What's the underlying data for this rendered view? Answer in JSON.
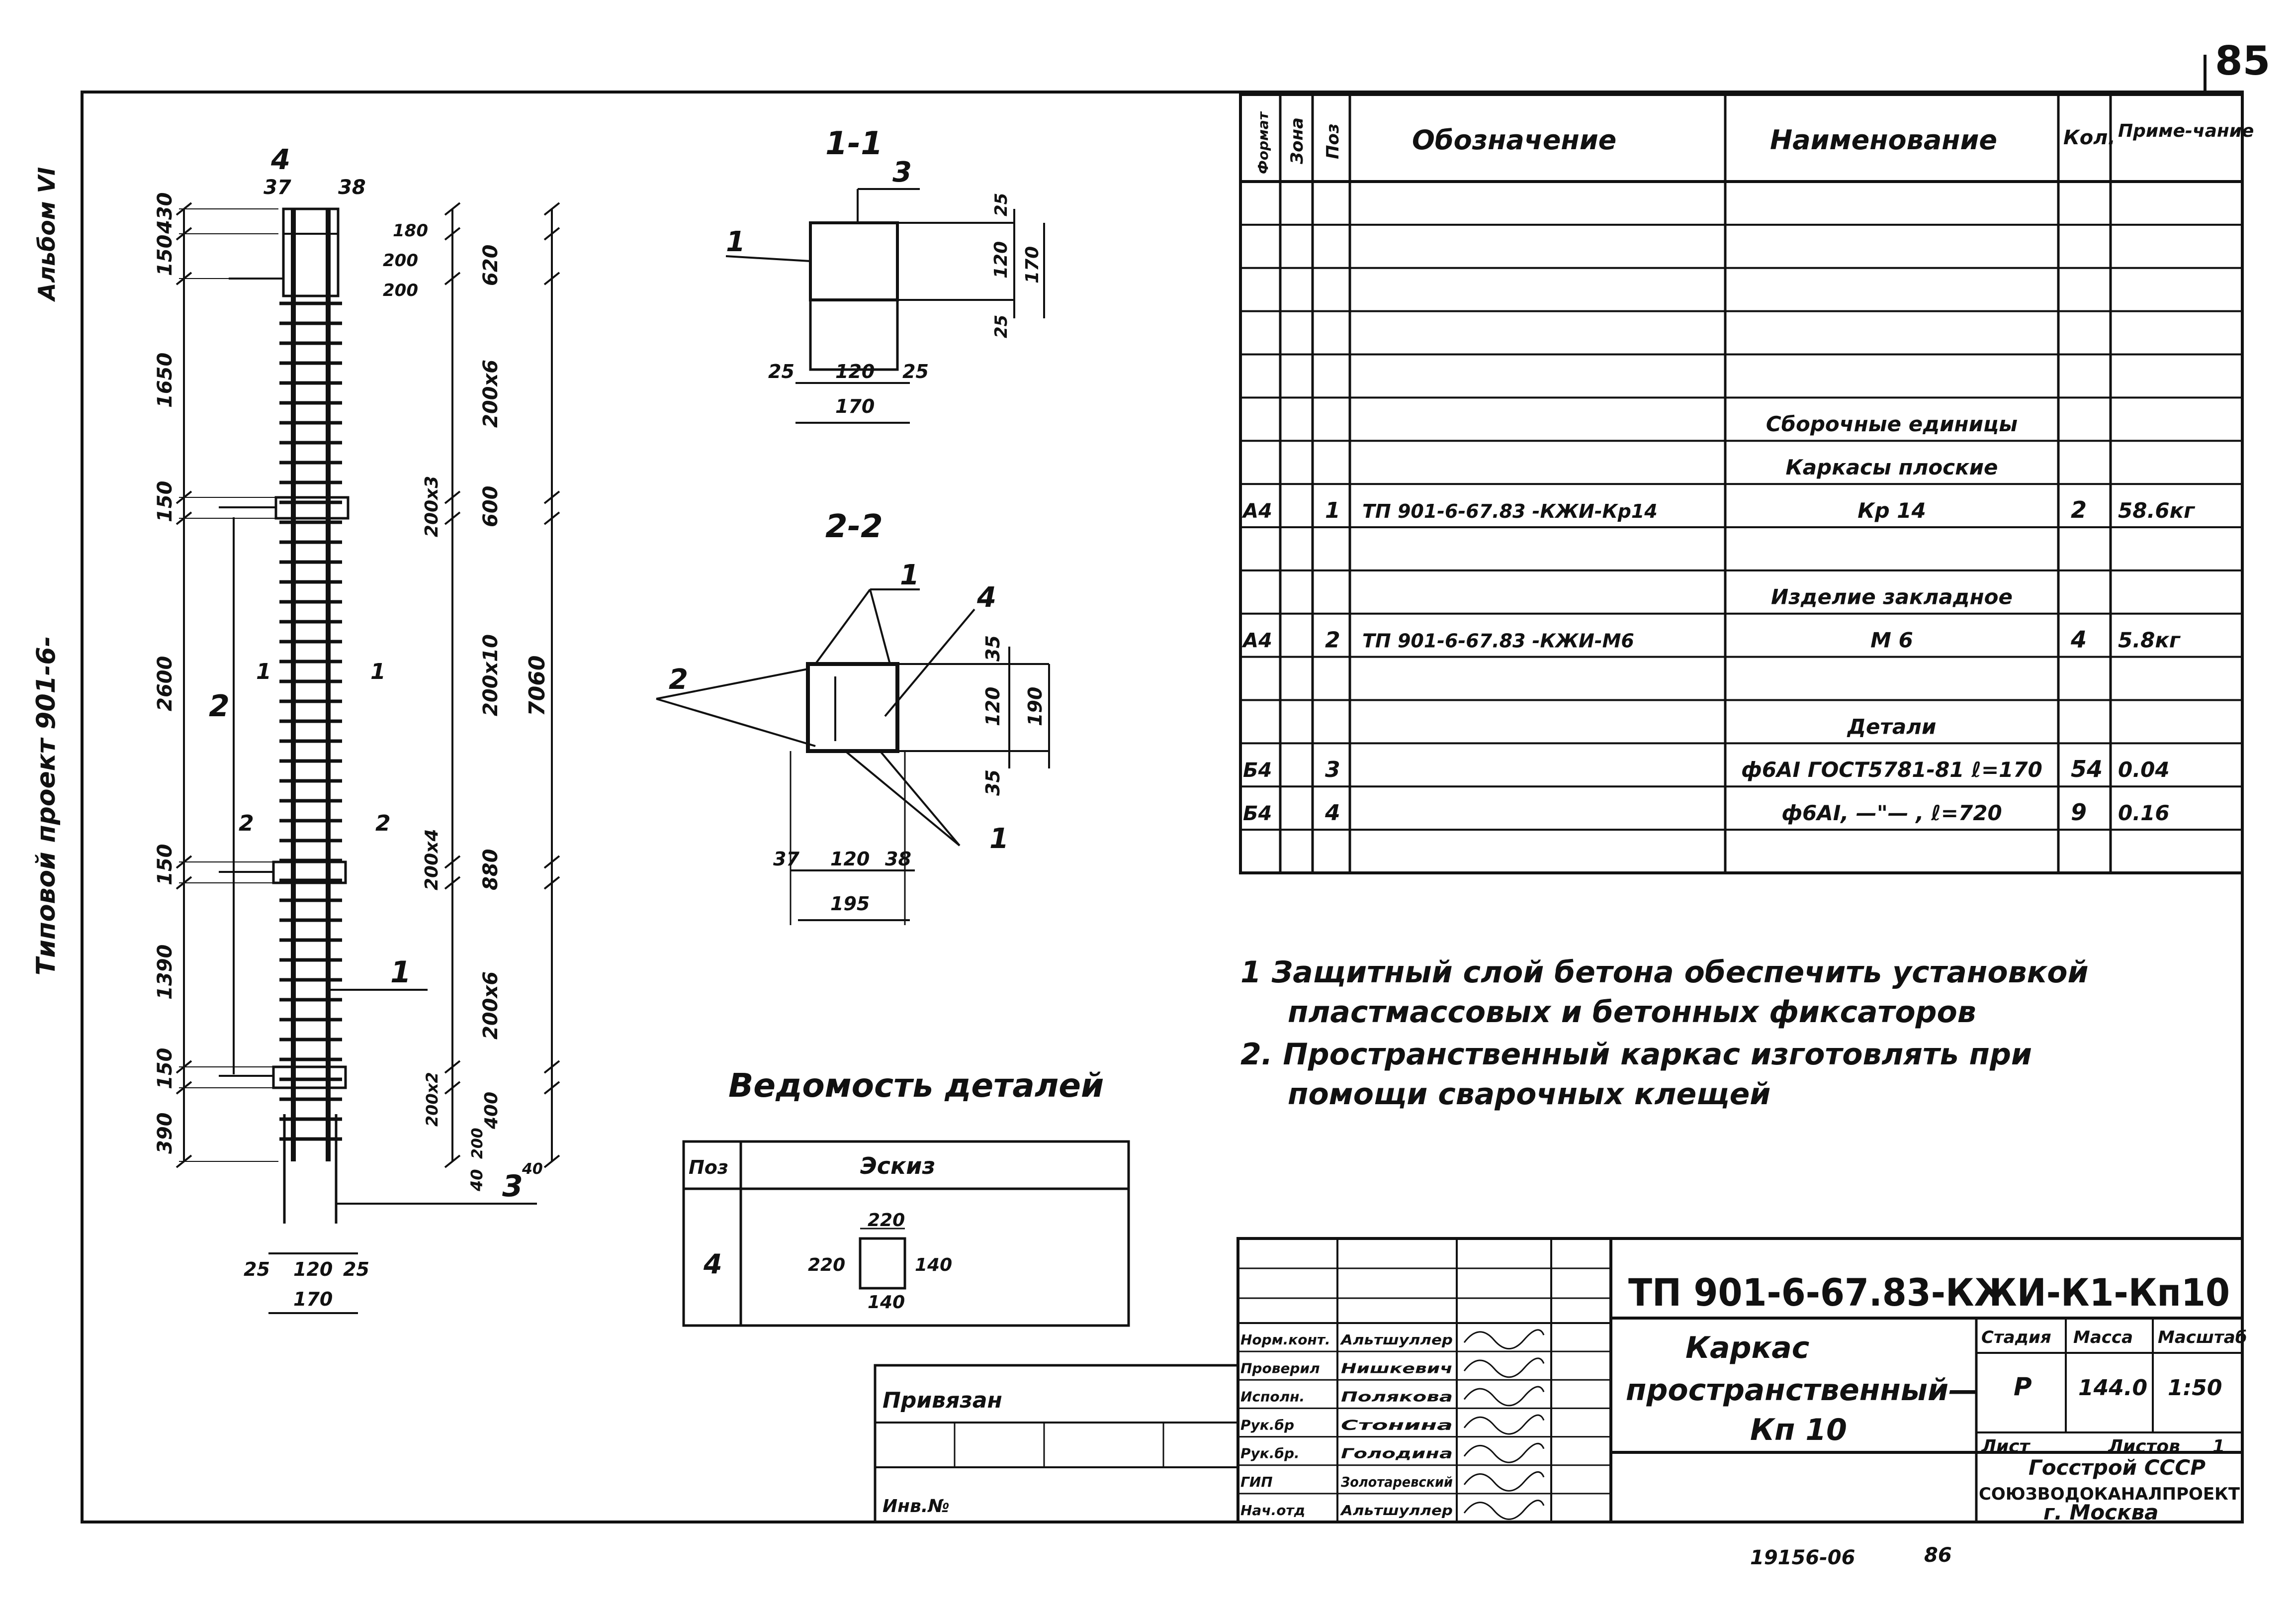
{
  "page_number": "85",
  "binder_label": "Альбом VI",
  "project_label": "Типовой проект 901-6-",
  "drawing": {
    "elevation": {
      "top_dims": [
        "37",
        "38"
      ],
      "callout_top": "4",
      "left_dims": [
        "150",
        "430",
        "1650",
        "150",
        "2600",
        "150",
        "1390",
        "150",
        "390"
      ],
      "right_dims": [
        "180",
        "200",
        "200",
        "620",
        "200x6",
        "200x3",
        "600",
        "200x10",
        "200x4",
        "880",
        "200x6",
        "200x2",
        "400",
        "200",
        "40"
      ],
      "overall": "7060",
      "small_dim": "40",
      "callout_2": "2",
      "callout_1": "1",
      "callout_3": "3",
      "section_marks": [
        "1",
        "1",
        "2",
        "2"
      ],
      "bottom_dims": [
        "25",
        "120",
        "25",
        "170"
      ]
    },
    "section_1_1": {
      "title": "1-1",
      "callouts": [
        "1",
        "3"
      ],
      "dims": [
        "25",
        "120",
        "25",
        "170",
        "25",
        "120",
        "25",
        "170"
      ]
    },
    "section_2_2": {
      "title": "2-2",
      "callouts": [
        "1",
        "4",
        "2",
        "1"
      ],
      "dims": [
        "35",
        "120",
        "35",
        "190",
        "37",
        "120",
        "38",
        "195"
      ]
    }
  },
  "spec_table": {
    "headers": [
      "Формат",
      "Зона",
      "Поз",
      "Обозначение",
      "Наименование",
      "Кол.",
      "Приме-чание"
    ],
    "rows": [
      {
        "fmt": "",
        "zone": "",
        "pos": "",
        "code": "",
        "name": "",
        "qty": "",
        "note": ""
      },
      {
        "fmt": "",
        "zone": "",
        "pos": "",
        "code": "",
        "name": "",
        "qty": "",
        "note": ""
      },
      {
        "fmt": "",
        "zone": "",
        "pos": "",
        "code": "",
        "name": "",
        "qty": "",
        "note": ""
      },
      {
        "fmt": "",
        "zone": "",
        "pos": "",
        "code": "",
        "name": "",
        "qty": "",
        "note": ""
      },
      {
        "fmt": "",
        "zone": "",
        "pos": "",
        "code": "",
        "name": "",
        "qty": "",
        "note": ""
      },
      {
        "fmt": "",
        "zone": "",
        "pos": "",
        "code": "",
        "name": "Сборочные единицы",
        "qty": "",
        "note": ""
      },
      {
        "fmt": "",
        "zone": "",
        "pos": "",
        "code": "",
        "name": "Каркасы плоские",
        "qty": "",
        "note": ""
      },
      {
        "fmt": "А4",
        "zone": "",
        "pos": "1",
        "code": "ТП 901-6-67.83 -КЖИ-Кр14",
        "name": "Кр 14",
        "qty": "2",
        "note": "58.6кг"
      },
      {
        "fmt": "",
        "zone": "",
        "pos": "",
        "code": "",
        "name": "",
        "qty": "",
        "note": ""
      },
      {
        "fmt": "",
        "zone": "",
        "pos": "",
        "code": "",
        "name": "Изделие закладное",
        "qty": "",
        "note": ""
      },
      {
        "fmt": "А4",
        "zone": "",
        "pos": "2",
        "code": "ТП 901-6-67.83 -КЖИ-М6",
        "name": "М 6",
        "qty": "4",
        "note": "5.8кг"
      },
      {
        "fmt": "",
        "zone": "",
        "pos": "",
        "code": "",
        "name": "",
        "qty": "",
        "note": ""
      },
      {
        "fmt": "",
        "zone": "",
        "pos": "",
        "code": "",
        "name": "Детали",
        "qty": "",
        "note": ""
      },
      {
        "fmt": "Б4",
        "zone": "",
        "pos": "3",
        "code": "",
        "name": "ф6АI ГОСТ5781-81 ℓ=170",
        "qty": "54",
        "note": "0.04"
      },
      {
        "fmt": "Б4",
        "zone": "",
        "pos": "4",
        "code": "",
        "name": "ф6АI, —\"— , ℓ=720",
        "qty": "9",
        "note": "0.16"
      },
      {
        "fmt": "",
        "zone": "",
        "pos": "",
        "code": "",
        "name": "",
        "qty": "",
        "note": ""
      }
    ]
  },
  "notes": [
    "1  Защитный слой бетона обеспечить установкой",
    "пластмассовых и бетонных фиксаторов",
    "2. Пространственный каркас изготовлять при",
    "помощи сварочных клещей"
  ],
  "details_sheet": {
    "title": "Ведомость деталей",
    "headers": [
      "Поз",
      "Эскиз"
    ],
    "pos": "4",
    "sketch_dims": [
      "220",
      "220",
      "140",
      "140"
    ]
  },
  "title_block": {
    "doc_code": "ТП 901-6-67.83-КЖИ-К1-Кп10",
    "name_lines": [
      "Каркас",
      "пространственный—",
      "Кп 10"
    ],
    "headers": [
      "Стадия",
      "Масса",
      "Масштаб"
    ],
    "stage": "Р",
    "mass": "144.0",
    "scale": "1:50",
    "sheet_label": "Лист",
    "sheets_label": "Листов",
    "sheets_count": "1",
    "org_lines": [
      "Госстрой СССР",
      "СОЮЗВОДОКАНАЛПРОЕКТ",
      "г. Москва"
    ],
    "roles": [
      "Норм.конт.",
      "Проверил",
      "Исполн.",
      "Рук.бр",
      "Рук.бр.",
      "ГИП",
      "Нач.отд"
    ],
    "persons": [
      "Альтшуллер",
      "Нишкевич",
      "Полякова",
      "Стонина",
      "Голодина",
      "Золотаревский",
      "Альтшуллер"
    ]
  },
  "binding": {
    "label": "Привязан",
    "inv_label": "Инв.№"
  },
  "footer": {
    "code": "19156-06",
    "page": "86"
  }
}
